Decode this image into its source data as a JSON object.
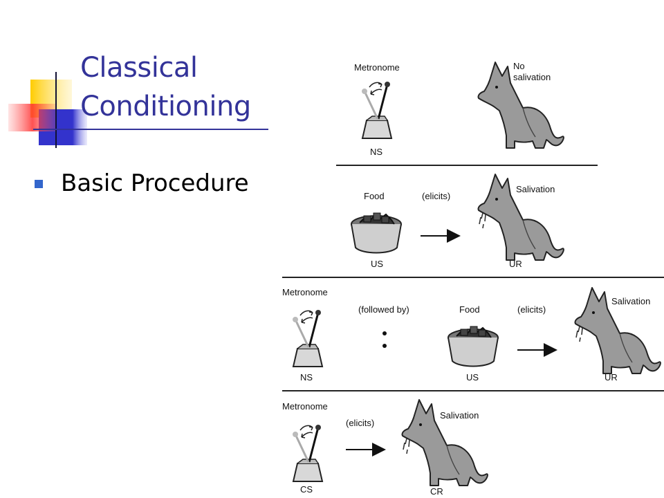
{
  "slide": {
    "title_line1": "Classical",
    "title_line2": "Conditioning",
    "bullets": [
      "Basic Procedure"
    ]
  },
  "figure": {
    "panel1": {
      "stimulus_label": "Metronome",
      "response_label_line1": "No",
      "response_label_line2": "salivation",
      "stimulus_tag": "NS"
    },
    "panel2": {
      "stimulus_label": "Food",
      "relation": "(elicits)",
      "response_label": "Salivation",
      "stimulus_tag": "US",
      "response_tag": "UR"
    },
    "panel3": {
      "stimulus_label": "Metronome",
      "relation1": "(followed by)",
      "food_label": "Food",
      "relation2": "(elicits)",
      "response_label": "Salivation",
      "stimulus_tag": "NS",
      "food_tag": "US",
      "response_tag": "UR"
    },
    "panel4": {
      "stimulus_label": "Metronome",
      "relation": "(elicits)",
      "response_label": "Salivation",
      "stimulus_tag": "CS",
      "response_tag": "CR"
    }
  },
  "colors": {
    "title": "#333399",
    "bullet": "#3366cc",
    "deco_yellow": "#ffcc00",
    "deco_blue": "#3333cc",
    "deco_red": "#ff3333"
  }
}
